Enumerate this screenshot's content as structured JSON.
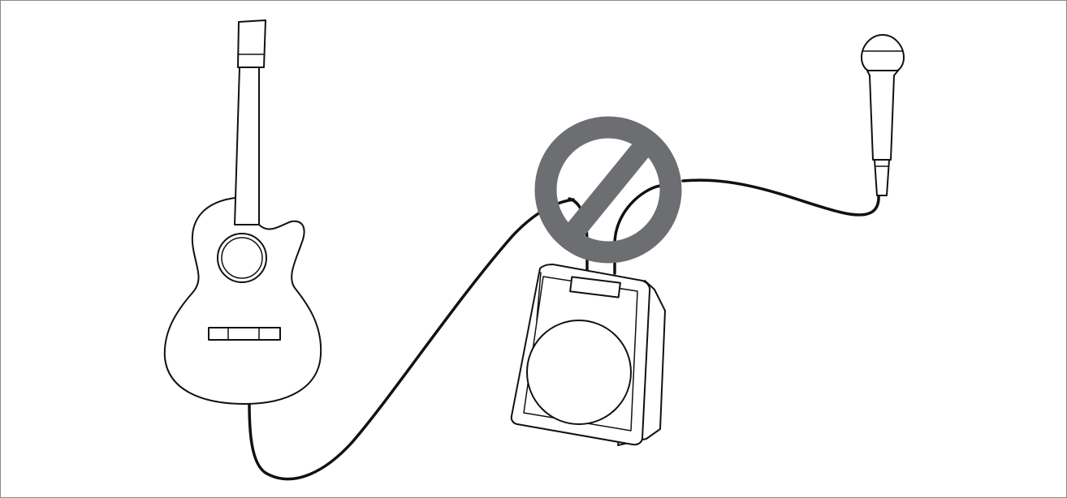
{
  "diagram": {
    "items": [
      {
        "id": "guitar",
        "icon": "acoustic-guitar-icon"
      },
      {
        "id": "amplifier",
        "icon": "speaker-amplifier-icon"
      },
      {
        "id": "microphone",
        "icon": "microphone-icon"
      }
    ],
    "connections": [
      {
        "from": "guitar",
        "to": "amplifier"
      },
      {
        "from": "amplifier",
        "to": "microphone"
      }
    ],
    "prohibition_symbol": {
      "icon": "prohibited-icon",
      "color": "#6d6e71",
      "meaning": "not allowed"
    },
    "colors": {
      "line": "#111111",
      "prohibition": "#6d6e71",
      "background": "#ffffff",
      "frame": "#8a8a8a"
    }
  }
}
